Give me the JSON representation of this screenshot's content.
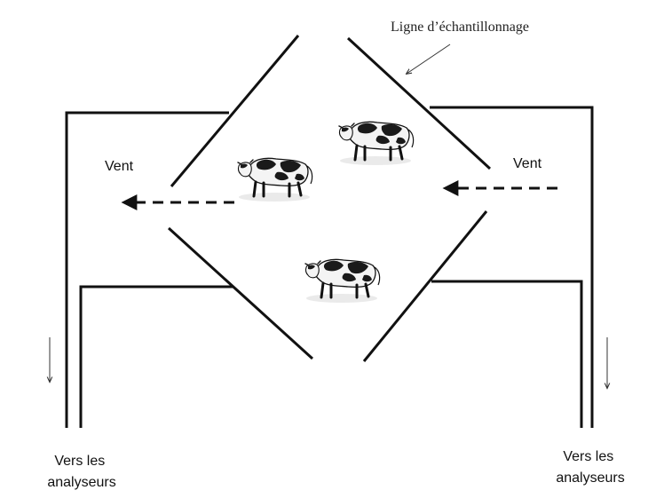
{
  "labels": {
    "sampling_line": "Ligne d’échantillonnage",
    "wind_left": "Vent",
    "wind_right": "Vent",
    "left_outlet_line1": "Vers les",
    "left_outlet_line2": "analyseurs",
    "right_outlet_line1": "Vers les",
    "right_outlet_line2": "analyseurs"
  },
  "icons": {
    "cow": "cow-icon"
  },
  "colors": {
    "line": "#111111",
    "cow_dark": "#1a1a1a",
    "cow_light": "#f4f4f4"
  }
}
